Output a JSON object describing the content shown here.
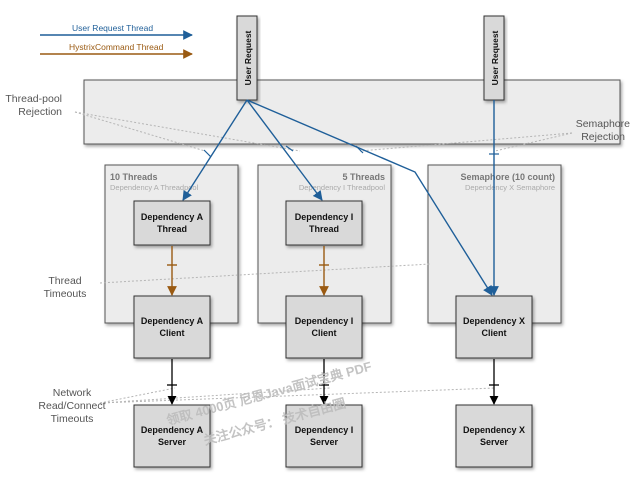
{
  "legend": {
    "user_request": "User Request Thread",
    "hystrix_command": "HystrixCommand Thread"
  },
  "colors": {
    "user_request": "#1f5f99",
    "hystrix_command": "#9a5a12",
    "box_fill": "#d9d9d9",
    "panel_fill": "#ececec",
    "dotted": "#b5b5b5",
    "annotation": "#555555",
    "watermark": "#bdbdbd"
  },
  "pillars": {
    "left": "User Request",
    "right": "User Request"
  },
  "annotations": {
    "thread_pool_rejection": [
      "Thread-pool",
      "Rejection"
    ],
    "semaphore_rejection": [
      "Semaphore",
      "Rejection"
    ],
    "thread_timeouts": [
      "Thread",
      "Timeouts"
    ],
    "network_timeouts": [
      "Network",
      "Read/Connect",
      "Timeouts"
    ]
  },
  "pools": {
    "a": {
      "title": "10 Threads",
      "subtitle": "Dependency A Threadpool"
    },
    "i": {
      "title": "5 Threads",
      "subtitle": "Dependency I Threadpool"
    },
    "x": {
      "title": "Semaphore (10 count)",
      "subtitle": "Dependency X Semaphore"
    }
  },
  "boxes": {
    "a_thread": [
      "Dependency A",
      "Thread"
    ],
    "i_thread": [
      "Dependency I",
      "Thread"
    ],
    "a_client": [
      "Dependency A",
      "Client"
    ],
    "i_client": [
      "Dependency I",
      "Client"
    ],
    "x_client": [
      "Dependency X",
      "Client"
    ],
    "a_server": [
      "Dependency A",
      "Server"
    ],
    "i_server": [
      "Dependency I",
      "Server"
    ],
    "x_server": [
      "Dependency X",
      "Server"
    ]
  },
  "watermark": {
    "line1": "领取 4000页 尼恩Java面试宝典 PDF",
    "line2": "关注公众号：  技术自由圈"
  }
}
